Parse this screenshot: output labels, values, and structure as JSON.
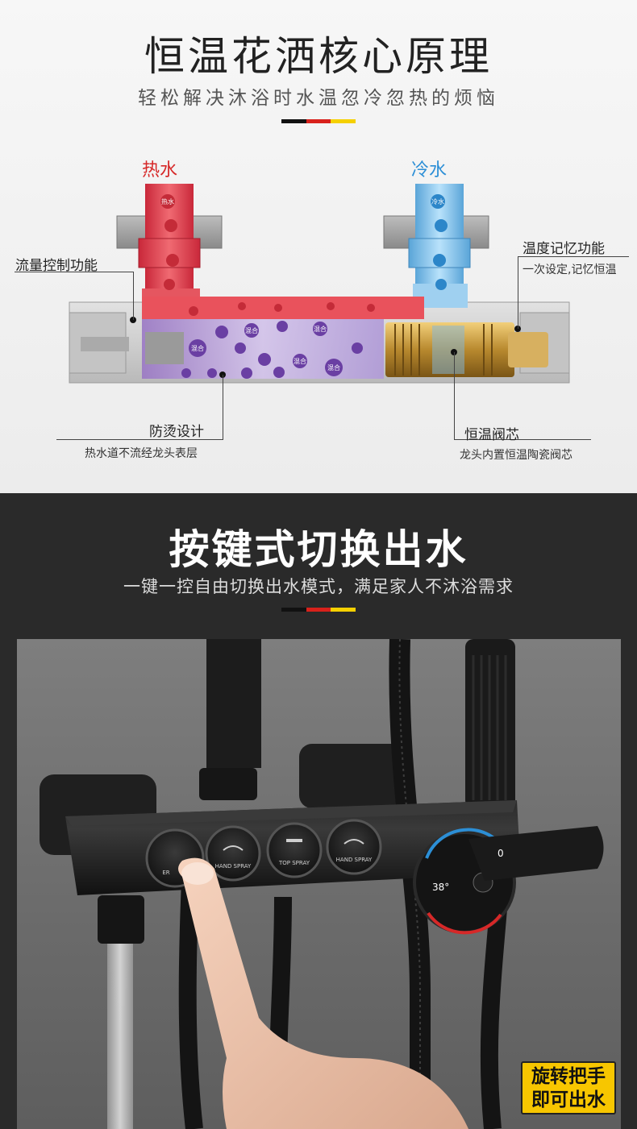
{
  "section1": {
    "title": "恒温花洒核心原理",
    "subtitle": "轻松解决沐浴时水温忽冷忽热的烦恼",
    "flag_colors": [
      "#111111",
      "#d8211b",
      "#f5d000"
    ],
    "hot_label": "热水",
    "cold_label": "冷水",
    "hot_color": "#d62828",
    "cold_color": "#2b8ed6",
    "callouts": {
      "flow_control": "流量控制功能",
      "temp_memory": "温度记忆功能",
      "temp_memory_sub": "一次设定,记忆恒温",
      "anti_scald": "防烫设计",
      "anti_scald_sub": "热水道不流经龙头表层",
      "thermo_core": "恒温阀芯",
      "thermo_core_sub": "龙头内置恒温陶瓷阀芯"
    },
    "pipe_labels": {
      "hot": "热水",
      "cold": "冷水",
      "mix": "混合"
    }
  },
  "section2": {
    "title": "按键式切换出水",
    "subtitle": "一键一控自由切换出水模式，满足家人不沐浴需求",
    "buttons": [
      "HAND SPRAY",
      "TOP SPRAY",
      "HAND SPRAY"
    ],
    "partial_button": "ER",
    "dial_low": "38°",
    "dial_high": "0",
    "badge_line1": "旋转把手",
    "badge_line2": "即可出水",
    "badge_color": "#f7c600"
  }
}
